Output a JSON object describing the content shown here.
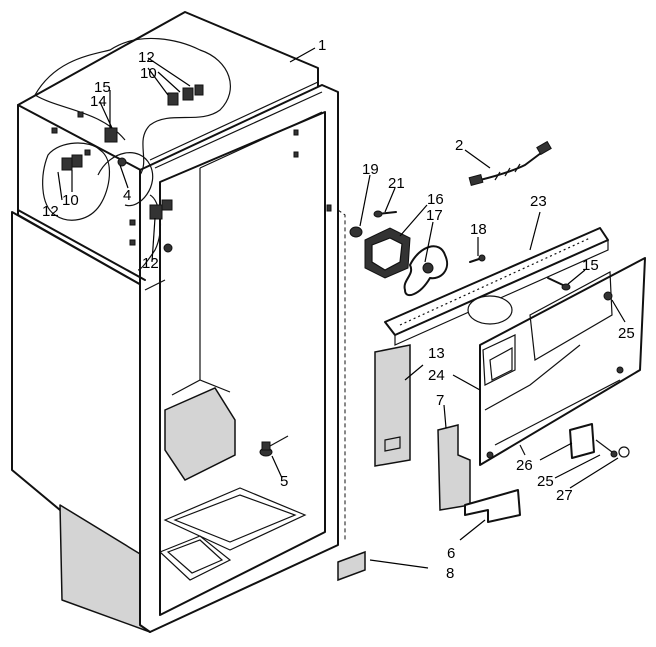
{
  "callouts": [
    {
      "id": "c1",
      "label": "1"
    },
    {
      "id": "c2",
      "label": "2"
    },
    {
      "id": "c4",
      "label": "4"
    },
    {
      "id": "c5",
      "label": "5"
    },
    {
      "id": "c6",
      "label": "6"
    },
    {
      "id": "c7",
      "label": "7"
    },
    {
      "id": "c8",
      "label": "8"
    },
    {
      "id": "c10a",
      "label": "10"
    },
    {
      "id": "c10b",
      "label": "10"
    },
    {
      "id": "c12a",
      "label": "12"
    },
    {
      "id": "c12b",
      "label": "12"
    },
    {
      "id": "c12c",
      "label": "12"
    },
    {
      "id": "c13",
      "label": "13"
    },
    {
      "id": "c14",
      "label": "14"
    },
    {
      "id": "c15a",
      "label": "15"
    },
    {
      "id": "c15b",
      "label": "15"
    },
    {
      "id": "c16",
      "label": "16"
    },
    {
      "id": "c17",
      "label": "17"
    },
    {
      "id": "c18",
      "label": "18"
    },
    {
      "id": "c19",
      "label": "19"
    },
    {
      "id": "c21",
      "label": "21"
    },
    {
      "id": "c23",
      "label": "23"
    },
    {
      "id": "c24",
      "label": "24"
    },
    {
      "id": "c25a",
      "label": "25"
    },
    {
      "id": "c25b",
      "label": "25"
    },
    {
      "id": "c26",
      "label": "26"
    },
    {
      "id": "c27",
      "label": "27"
    }
  ]
}
